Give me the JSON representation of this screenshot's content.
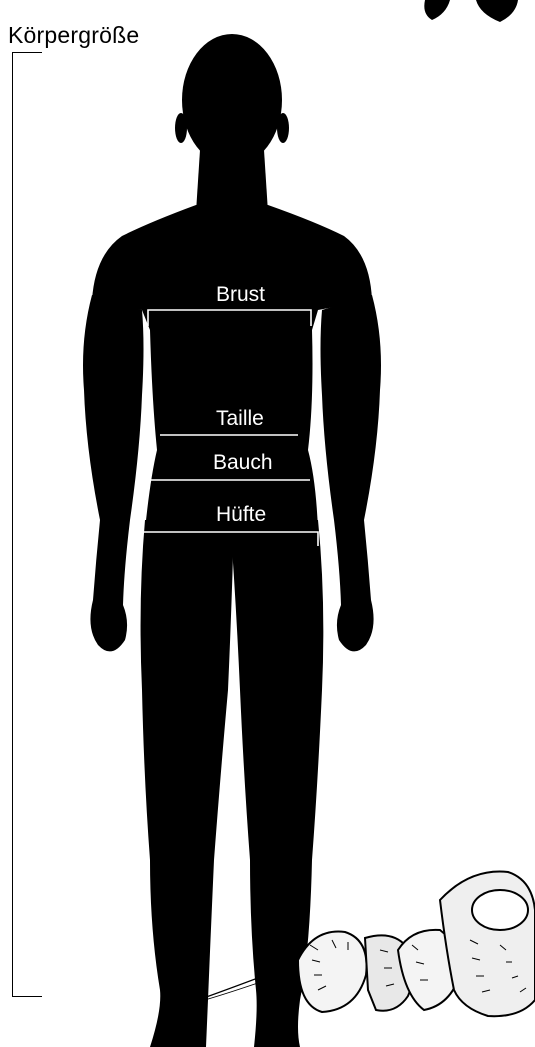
{
  "title": "Körpergröße",
  "measurements": [
    {
      "key": "brust",
      "label": "Brust"
    },
    {
      "key": "taille",
      "label": "Taille"
    },
    {
      "key": "bauch",
      "label": "Bauch"
    },
    {
      "key": "huefte",
      "label": "Hüfte"
    }
  ],
  "colors": {
    "silhouette": "#000000",
    "lines": "#ffffff",
    "background": "#ffffff"
  },
  "icons": [
    "human-silhouette-icon",
    "measuring-tape-icon",
    "person-icon"
  ]
}
